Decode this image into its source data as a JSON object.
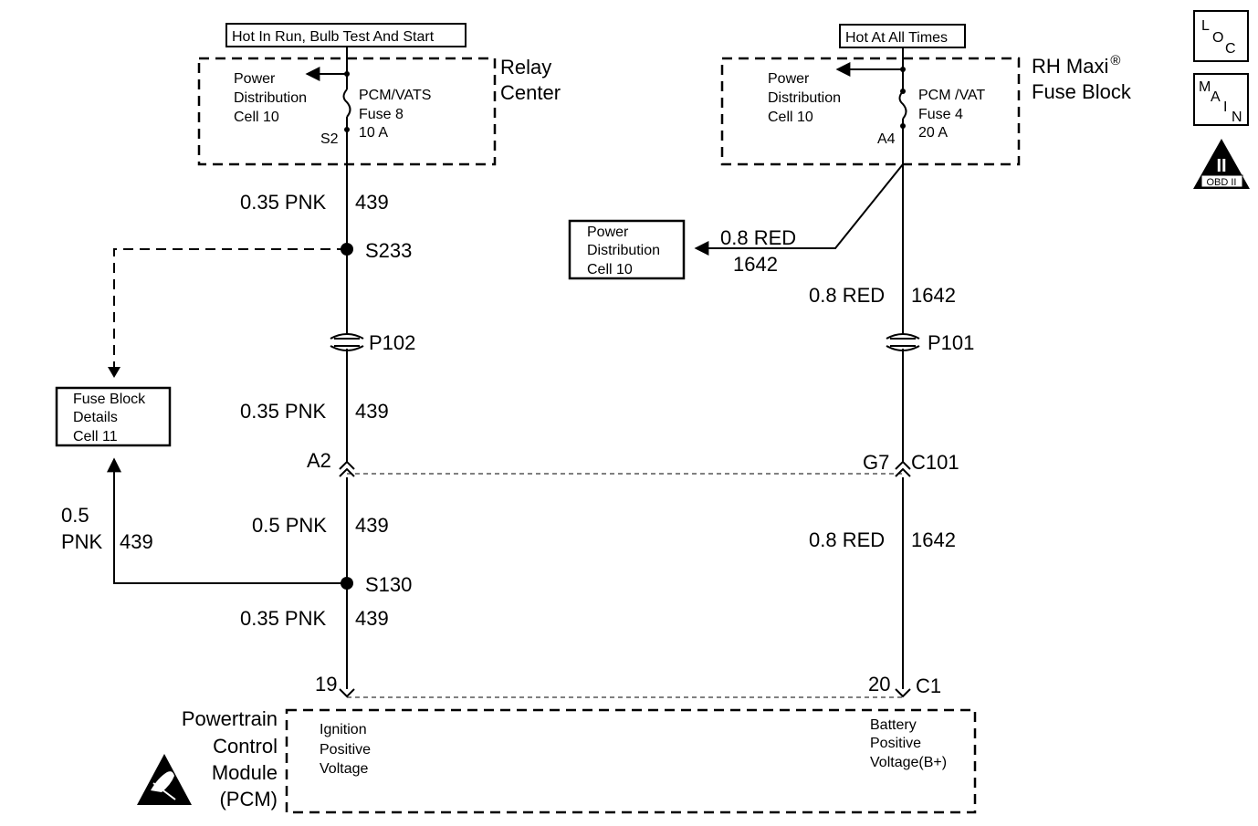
{
  "sources": {
    "left_header": "Hot In Run, Bulb Test And Start",
    "right_header": "Hot At All Times"
  },
  "relay_center": {
    "name_line1": "Relay",
    "name_line2": "Center",
    "pd_line1": "Power",
    "pd_line2": "Distribution",
    "pd_line3": "Cell 10",
    "fuse_line1": "PCM/VATS",
    "fuse_line2": "Fuse 8",
    "fuse_line3": "10 A",
    "terminal": "S2"
  },
  "maxi_fuse_block": {
    "name_line1": "RH Maxi",
    "registered_mark": "®",
    "name_line2": "Fuse Block",
    "pd_line1": "Power",
    "pd_line2": "Distribution",
    "pd_line3": "Cell 10",
    "fuse_line1": "PCM /VAT",
    "fuse_line2": "Fuse 4",
    "fuse_line3": "20 A",
    "terminal": "A4"
  },
  "wires": {
    "left_w1_size": "0.35 PNK",
    "left_w1_circuit": "439",
    "splice_s233": "S233",
    "connector_p102": "P102",
    "left_w2_size": "0.35 PNK",
    "left_w2_circuit": "439",
    "left_a2": "A2",
    "left_w3_size": "0.5 PNK",
    "left_w3_circuit": "439",
    "splice_s130": "S130",
    "left_w4_size": "0.35 PNK",
    "left_w4_circuit": "439",
    "branch_size_line1": "0.5",
    "branch_size_line2": "PNK",
    "branch_circuit": "439",
    "pin_19": "19",
    "right_branch_size": "0.8 RED",
    "right_branch_circuit": "1642",
    "right_w1_size": "0.8 RED",
    "right_w1_circuit": "1642",
    "connector_p101": "P101",
    "right_g7": "G7",
    "connector_c101": "C101",
    "right_w2_size": "0.8 RED",
    "right_w2_circuit": "1642",
    "pin_20": "20",
    "connector_c1": "C1"
  },
  "boxes": {
    "fuse_block_details": {
      "line1": "Fuse Block",
      "line2": "Details",
      "line3": "Cell 11"
    },
    "power_distribution": {
      "line1": "Power",
      "line2": "Distribution",
      "line3": "Cell 10"
    }
  },
  "pcm": {
    "name_line1": "Powertrain",
    "name_line2": "Control",
    "name_line3": "Module",
    "name_line4": "(PCM)",
    "ign_line1": "Ignition",
    "ign_line2": "Positive",
    "ign_line3": "Voltage",
    "bat_line1": "Battery",
    "bat_line2": "Positive",
    "bat_line3": "Voltage(B+)"
  },
  "icons": {
    "loc": {
      "l": "L",
      "o": "O",
      "c": "C"
    },
    "main": {
      "m": "M",
      "a": "A",
      "i": "I",
      "n": "N"
    },
    "obd": {
      "roman": "II",
      "label": "OBD II"
    }
  }
}
